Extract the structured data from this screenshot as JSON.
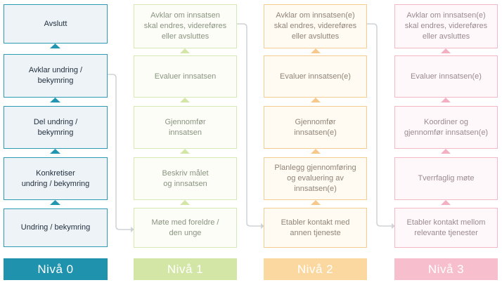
{
  "columns": [
    {
      "footer": "Nivå 0",
      "boxes": [
        "Avslutt",
        "Avklar undring /\nbekymring",
        "Del undring /\nbekymring",
        "Konkretiser\nundring / bekymring",
        "Undring / bekymring"
      ]
    },
    {
      "footer": "Nivå 1",
      "boxes": [
        "Avklar om innsatsen\nskal endres, videreføres\neller avsluttes",
        "Evaluer innsatsen",
        "Gjennomfør\ninnsatsen",
        "Beskriv målet\nog innsatsen",
        "Møte med foreldre /\nden unge"
      ]
    },
    {
      "footer": "Nivå 2",
      "boxes": [
        "Avklar om innsatsen(e)\nskal endres, videreføres\neller avsluttes",
        "Evaluer innsatsen(e)",
        "Gjennomfør\ninnsatsen(e)",
        "Planlegg gjennomføring\nog evaluering av\ninnsatsen(e)",
        "Etabler kontakt med\nannen tjeneste"
      ]
    },
    {
      "footer": "Nivå 3",
      "boxes": [
        "Avklar om innsatsen(e)\nskal endres, videreføres\neller avsluttes",
        "Evaluer innsatsen(e)",
        "Koordiner og\ngjennomfør innsatsen(e)",
        "Tverrfaglig møte",
        "Etabler kontakt mellom\nrelevante tjenester"
      ]
    }
  ],
  "colors": {
    "level0": "#1f93ad",
    "level1": "#d3e6a6",
    "level2": "#fad89f",
    "level3": "#f7bfcd"
  }
}
